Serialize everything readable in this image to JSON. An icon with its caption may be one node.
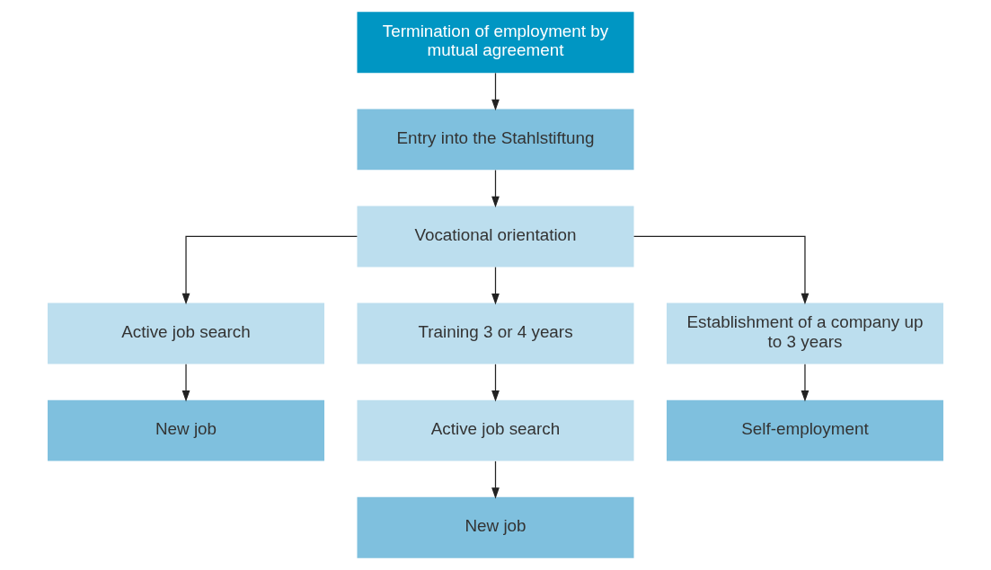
{
  "diagram": {
    "nodes": [
      {
        "text": [
          "Termination of employment by mutual agreement"
        ]
      },
      {
        "text": [
          "Entry into the Stahlstiftung"
        ]
      },
      {
        "text": [
          "Vocational orientation"
        ]
      },
      {
        "text": [
          "Active job search"
        ]
      },
      {
        "text": [
          "Training 3 or 4 years"
        ]
      },
      {
        "text": [
          "Establishment of a company up to 3 years"
        ]
      },
      {
        "text": [
          "New job"
        ]
      },
      {
        "text": [
          "Active job search"
        ]
      },
      {
        "text": [
          "Self-employment"
        ]
      },
      {
        "text": [
          "New job"
        ]
      }
    ],
    "edges": [
      {
        "from": 0,
        "to": 1,
        "arrow": "to"
      },
      {
        "from": 1,
        "to": 2,
        "arrow": "to"
      },
      {
        "from": 2,
        "to": 3,
        "arrow": "to"
      },
      {
        "from": 2,
        "to": 4,
        "arrow": "to"
      },
      {
        "from": 2,
        "to": 5,
        "arrow": "to"
      },
      {
        "from": 3,
        "to": 6,
        "arrow": "to"
      },
      {
        "from": 4,
        "to": 7,
        "arrow": "to"
      },
      {
        "from": 5,
        "to": 8,
        "arrow": "to"
      },
      {
        "from": 7,
        "to": 9,
        "arrow": "to"
      }
    ]
  }
}
